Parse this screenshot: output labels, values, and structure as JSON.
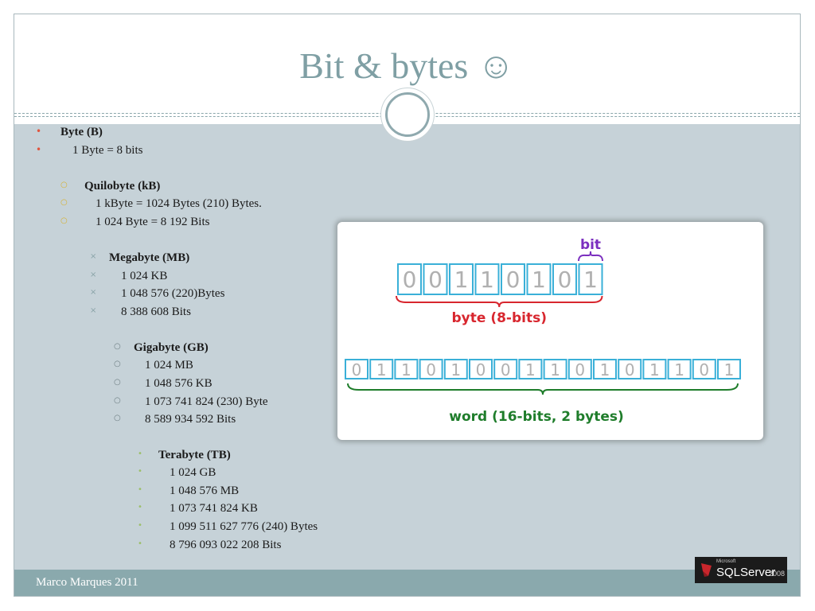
{
  "title": "Bit & bytes ☺",
  "footer": "Marco Marques 2011",
  "logo": {
    "microsoft": "Microsoft",
    "product": "SQLServer",
    "year": "2008"
  },
  "colors": {
    "level1_bullet": "#e0563f",
    "level2_bullet": "#d6b233",
    "level3_bullet": "#8aa3a8",
    "level4_bullet": "#6f7f84",
    "level5_bullet": "#9cbf6a"
  },
  "list": [
    {
      "text": "Byte (B)",
      "bold": true,
      "level": 1
    },
    {
      "text": "1 Byte = 8 bits",
      "bold": false,
      "level": 1
    },
    {
      "text": "Quilobyte (kB)",
      "bold": true,
      "level": 2
    },
    {
      "text": "1 kByte = 1024 Bytes (210) Bytes.",
      "bold": false,
      "level": 2
    },
    {
      "text": "1 024 Byte = 8 192 Bits",
      "bold": false,
      "level": 2
    },
    {
      "text": "Megabyte (MB)",
      "bold": true,
      "level": 3
    },
    {
      "text": "1 024 KB",
      "bold": false,
      "level": 3
    },
    {
      "text": "1 048 576 (220)Bytes",
      "bold": false,
      "level": 3
    },
    {
      "text": "8 388 608 Bits",
      "bold": false,
      "level": 3
    },
    {
      "text": "Gigabyte (GB)",
      "bold": true,
      "level": 4
    },
    {
      "text": "1 024 MB",
      "bold": false,
      "level": 4
    },
    {
      "text": "1 048 576 KB",
      "bold": false,
      "level": 4
    },
    {
      "text": "1 073 741 824 (230) Byte",
      "bold": false,
      "level": 4
    },
    {
      "text": "8 589 934 592 Bits",
      "bold": false,
      "level": 4
    },
    {
      "text": "Terabyte (TB)",
      "bold": true,
      "level": 5
    },
    {
      "text": "1 024 GB",
      "bold": false,
      "level": 5
    },
    {
      "text": "1 048 576 MB",
      "bold": false,
      "level": 5
    },
    {
      "text": "1 073 741 824 KB",
      "bold": false,
      "level": 5
    },
    {
      "text": "1 099 511 627 776 (240) Bytes",
      "bold": false,
      "level": 5
    },
    {
      "text": "8 796 093 022 208 Bits",
      "bold": false,
      "level": 5
    }
  ],
  "diagram": {
    "bit_label": "bit",
    "byte_bits": [
      "0",
      "0",
      "1",
      "1",
      "0",
      "1",
      "0",
      "1"
    ],
    "byte_label": "byte (8-bits)",
    "word_bits": [
      "0",
      "1",
      "1",
      "0",
      "1",
      "0",
      "0",
      "1",
      "1",
      "0",
      "1",
      "0",
      "1",
      "1",
      "0",
      "1"
    ],
    "word_label": "word (16-bits,  2 bytes)",
    "colors": {
      "cell_border": "#3ab0d8",
      "digit": "#b0b0b0",
      "bit_label": "#7b2fbf",
      "byte_label": "#d8262e",
      "word_label": "#1f7d2b"
    }
  }
}
